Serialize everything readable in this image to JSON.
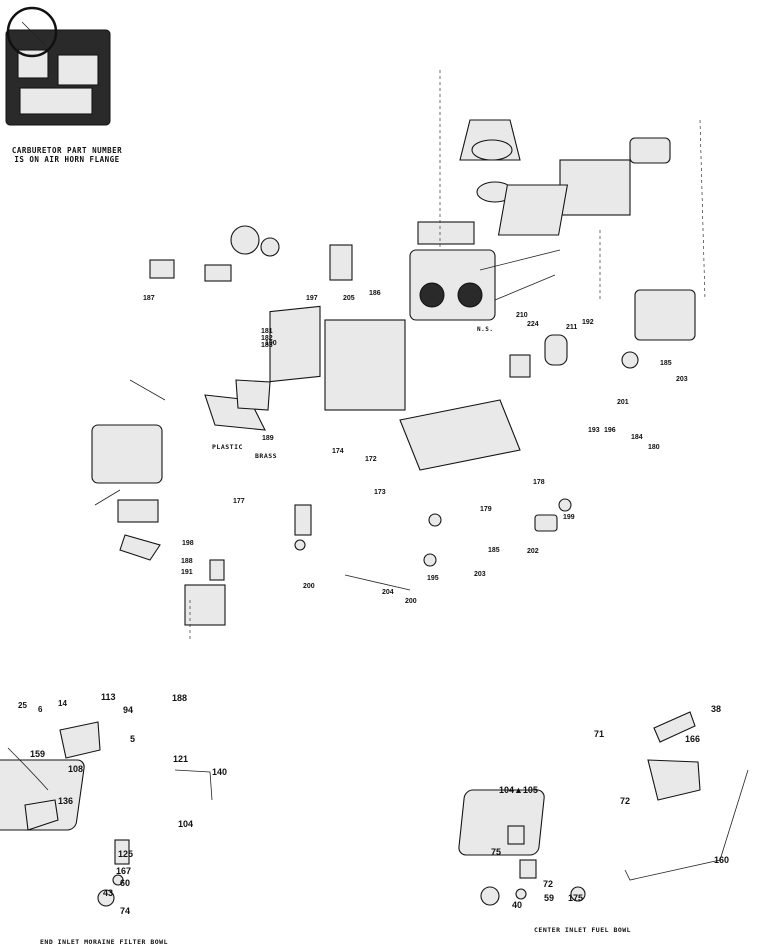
{
  "captions": {
    "part_number_line1": "CARBURETOR PART NUMBER",
    "part_number_line2": "IS ON AIR HORN FLANGE",
    "end_inlet": "END INLET MORAINE FILTER BOWL",
    "center_inlet": "CENTER INLET FUEL BOWL",
    "plastic": "PLASTIC",
    "brass": "BRASS",
    "ns": "N.S."
  },
  "callouts": {
    "end_inlet": [
      "25",
      "6",
      "14",
      "113",
      "94",
      "188",
      "5",
      "159",
      "108",
      "121",
      "140",
      "136",
      "104",
      "125",
      "167",
      "60",
      "43",
      "74"
    ],
    "center_inlet": [
      "38",
      "166",
      "71",
      "104▲105",
      "72",
      "75",
      "72",
      "59",
      "40",
      "175",
      "160"
    ],
    "main": [
      "189",
      "190",
      "181",
      "182",
      "183",
      "185",
      "203",
      "201",
      "193",
      "196",
      "180",
      "184",
      "178",
      "172",
      "173",
      "174",
      "177",
      "179",
      "186",
      "187",
      "197",
      "205",
      "210",
      "224",
      "211",
      "192",
      "198",
      "191",
      "188",
      "199",
      "202",
      "195",
      "200",
      "204",
      "200",
      "185",
      "203"
    ]
  }
}
